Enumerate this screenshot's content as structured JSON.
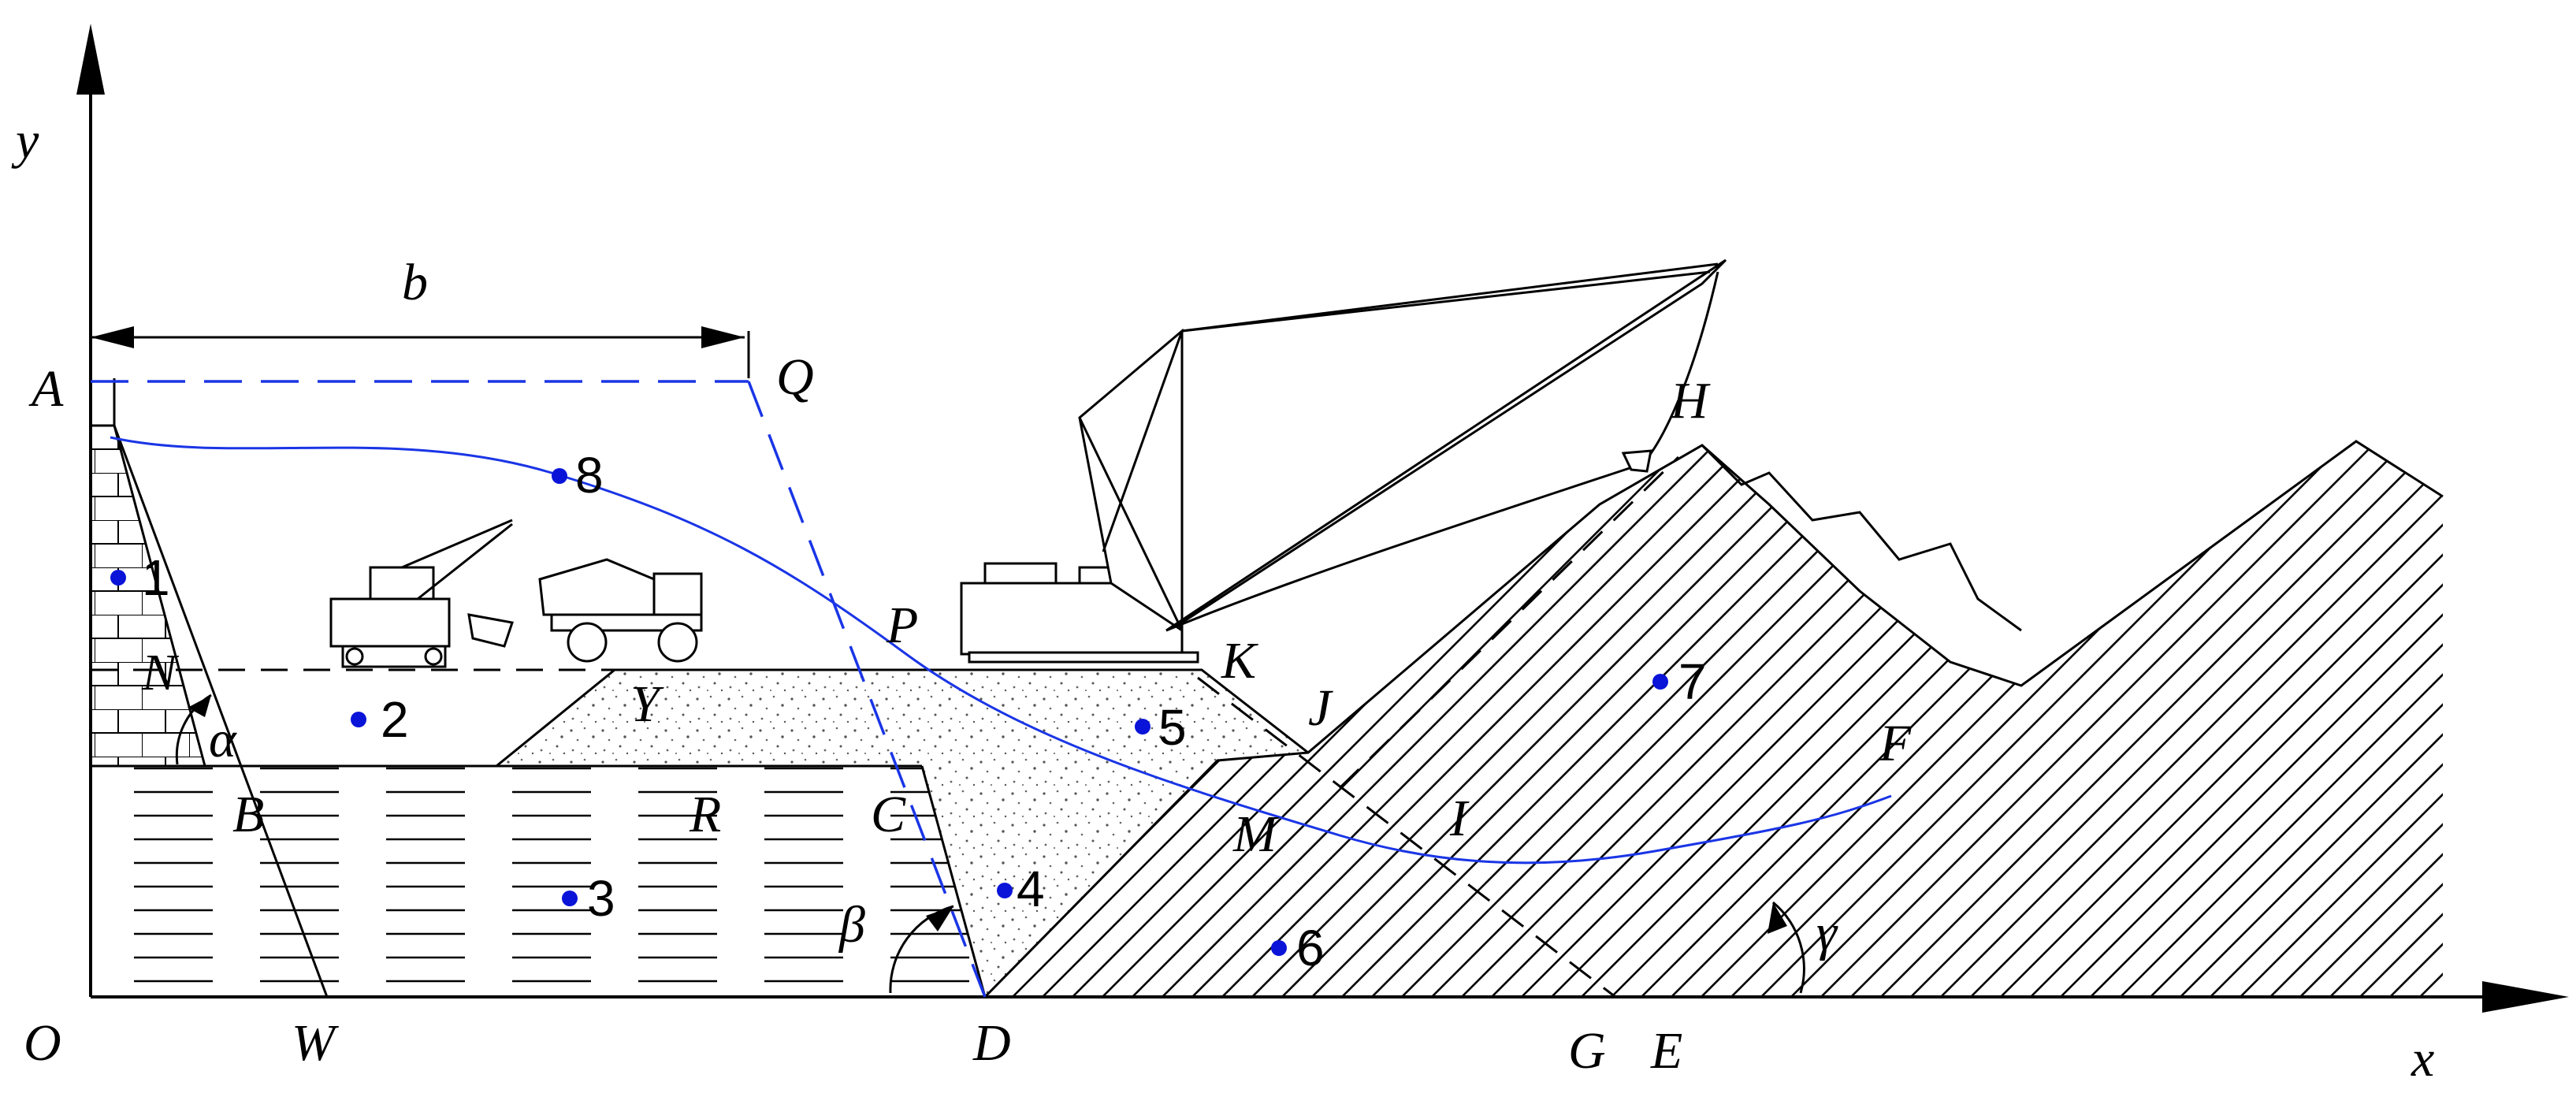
{
  "axes": {
    "x_label": "x",
    "y_label": "y",
    "origin_label": "O"
  },
  "dimension": {
    "label": "b"
  },
  "point_labels": [
    "A",
    "Q",
    "H",
    "P",
    "K",
    "N",
    "Y",
    "J",
    "F",
    "B",
    "R",
    "C",
    "M",
    "I",
    "W",
    "D",
    "G",
    "E"
  ],
  "angles": [
    "α",
    "β",
    "γ"
  ],
  "zones": [
    "1",
    "2",
    "3",
    "4",
    "5",
    "6",
    "7",
    "8"
  ],
  "colors": {
    "boundary": "#1a35e6",
    "zone_marker": "#0a14d8",
    "ink": "#000000"
  }
}
